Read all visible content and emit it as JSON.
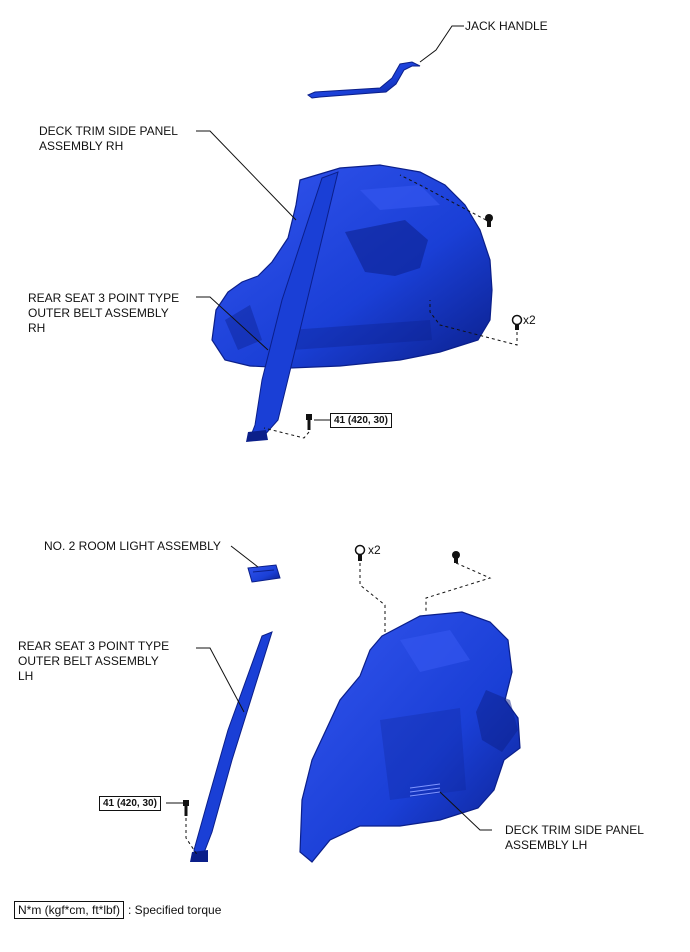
{
  "labels": {
    "jack_handle": "JACK HANDLE",
    "deck_rh_1": "DECK TRIM SIDE PANEL",
    "deck_rh_2": "ASSEMBLY RH",
    "belt_rh_1": "REAR SEAT 3 POINT TYPE",
    "belt_rh_2": "OUTER BELT ASSEMBLY",
    "belt_rh_3": "RH",
    "room_light": "NO. 2 ROOM LIGHT ASSEMBLY",
    "belt_lh_1": "REAR SEAT 3 POINT TYPE",
    "belt_lh_2": "OUTER BELT ASSEMBLY",
    "belt_lh_3": "LH",
    "deck_lh_1": "DECK TRIM SIDE PANEL",
    "deck_lh_2": "ASSEMBLY LH"
  },
  "counts": {
    "rh_clip_qty": "x2",
    "lh_clip_qty": "x2"
  },
  "torque": {
    "rh_bolt": "41 (420, 30)",
    "lh_bolt": "41 (420, 30)"
  },
  "legend": {
    "unit": "N*m (kgf*cm, ft*lbf)",
    "text": ": Specified torque"
  },
  "colors": {
    "part_fill": "#1a3fd6",
    "part_dark": "#0b1f8a",
    "leader": "#111111"
  }
}
